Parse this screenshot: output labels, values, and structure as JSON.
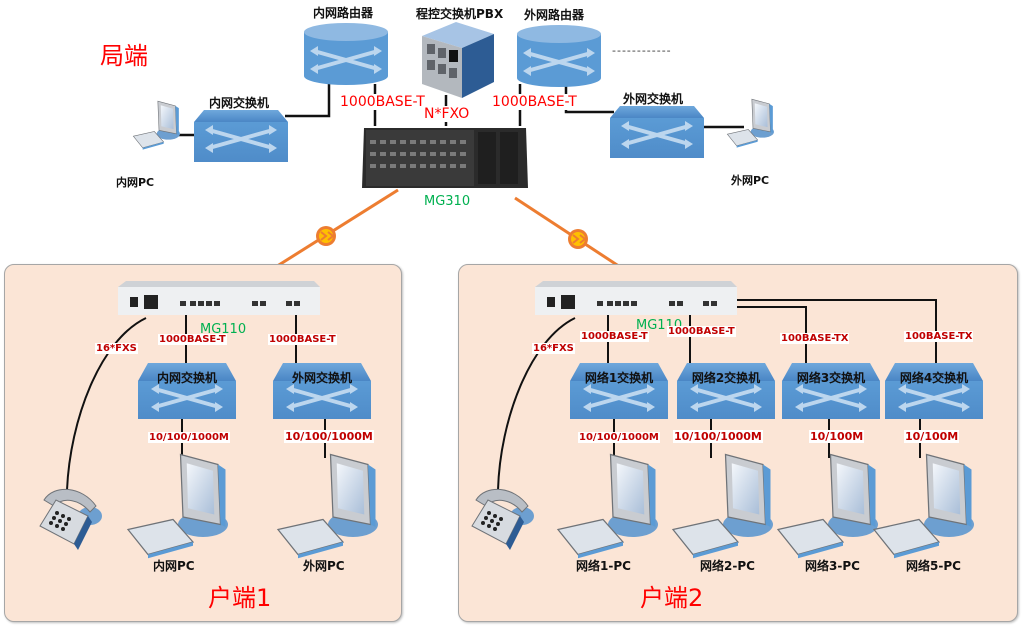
{
  "central": {
    "title": "局端",
    "inner_router": "内网路由器",
    "pbx": "程控交换机PBX",
    "outer_router": "外网路由器",
    "inner_switch": "内网交换机",
    "outer_switch": "外网交换机",
    "inner_pc": "内网PC",
    "outer_pc": "外网PC",
    "link_inner": "1000BASE-T",
    "link_pbx": "N*FXO",
    "link_outer": "1000BASE-T",
    "device": "MG310",
    "ellipsis": "------------"
  },
  "site1": {
    "title": "户端1",
    "device": "MG110",
    "fxs": "16*FXS",
    "switches": [
      {
        "name": "内网交换机",
        "uplink": "1000BASE-T",
        "downlink": "10/100/1000M",
        "pc": "内网PC"
      },
      {
        "name": "外网交换机",
        "uplink": "1000BASE-T",
        "downlink": "10/100/1000M",
        "pc": "外网PC"
      }
    ]
  },
  "site2": {
    "title": "户端2",
    "device": "MG110",
    "fxs": "16*FXS",
    "switches": [
      {
        "name": "网络1交换机",
        "uplink": "1000BASE-T",
        "downlink": "10/100/1000M",
        "pc": "网络1-PC"
      },
      {
        "name": "网络2交换机",
        "uplink": "1000BASE-T",
        "downlink": "10/100/1000M",
        "pc": "网络2-PC"
      },
      {
        "name": "网络3交换机",
        "uplink": "100BASE-TX",
        "downlink": "10/100M",
        "pc": "网络3-PC"
      },
      {
        "name": "网络4交换机",
        "uplink": "100BASE-TX",
        "downlink": "10/100M",
        "pc": "网络5-PC"
      }
    ]
  },
  "colors": {
    "panel_bg": "#fbe5d6",
    "device_blue": "#5b9bd5",
    "wan_link": "#ed7d31",
    "label_red": "#ff0000",
    "speed_red": "#c00000",
    "device_green": "#00b050"
  }
}
